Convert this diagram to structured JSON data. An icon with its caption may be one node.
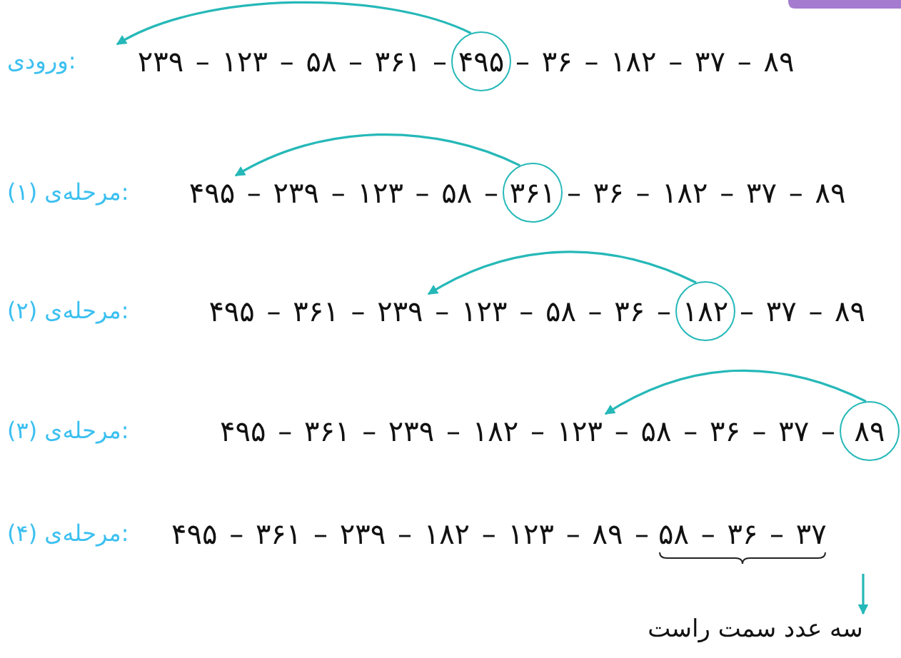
{
  "diagram": {
    "nodes": [
      {
        "text": [
          "۲۳۹ – ۱۲۳ – ۵۸ – ۳۶۱ –"
        ]
      },
      {
        "text": [
          "۴۹۵"
        ]
      },
      {
        "text": [
          "۴۹۵ – ۲۳۹ – ۱۲۳ – ۵۸ –"
        ]
      },
      {
        "text": [
          "۳۶۱"
        ]
      },
      {
        "text": [
          "۴۹۵ – ۳۶۱ – ۲۳۹ – ۱۲۳ – ۵۸ – ۳۶ –"
        ]
      },
      {
        "text": [
          "۱۸۲"
        ]
      },
      {
        "text": [
          "۴۹۵ – ۳۶۱ – ۲۳۹ – ۱۸۲ – ۱۲۳ – ۵۸ – ۳۶ – ۳۷ –"
        ]
      },
      {
        "text": [
          "۸۹"
        ]
      },
      {
        "text": [
          "سه عدد سمت راست"
        ]
      }
    ],
    "edges": [
      {
        "from": 1,
        "to": 0,
        "arrow": "to"
      },
      {
        "from": 3,
        "to": 2,
        "arrow": "to"
      },
      {
        "from": 5,
        "to": 4,
        "arrow": "to"
      },
      {
        "from": 7,
        "to": 6,
        "arrow": "to"
      },
      {
        "from": null,
        "to": 8,
        "arrow": "to"
      }
    ],
    "labels": [
      "ورودی:",
      "– ۳۶ – ۱۸۲ – ۳۷ – ۸۹",
      "مرحله‌ی (۱):",
      "– ۳۶ – ۱۸۲ – ۳۷ – ۸۹",
      "مرحله‌ی (۲):",
      "– ۳۷ – ۸۹",
      "مرحله‌ی (۳):",
      "مرحله‌ی (۴):",
      "۴۹۵ – ۳۶۱ – ۲۳۹ – ۱۸۲ – ۱۲۳ – ۸۹ –",
      "۵۸ – ۳۶ – ۳۷"
    ]
  }
}
